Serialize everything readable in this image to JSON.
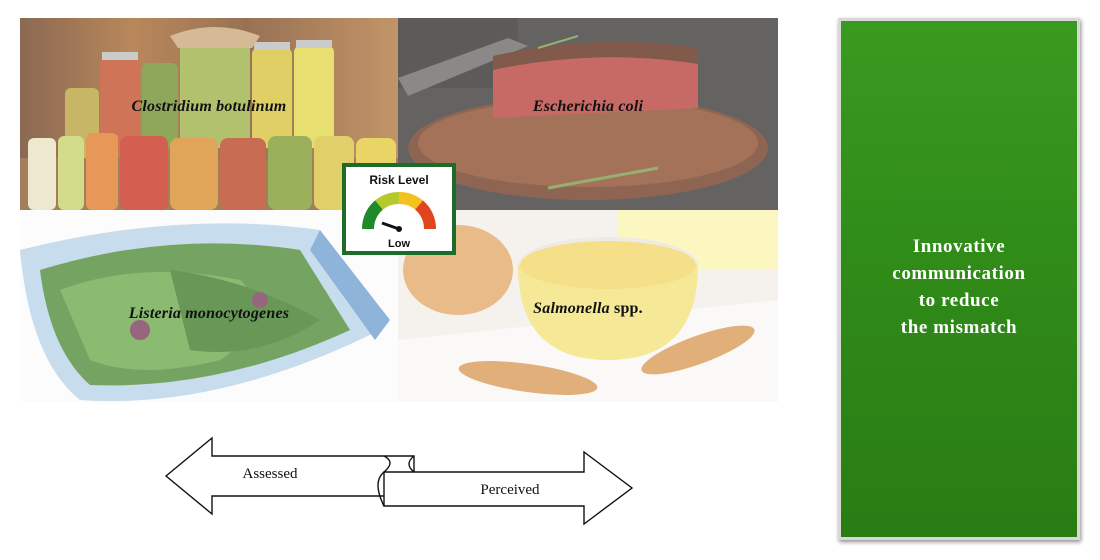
{
  "panels": [
    {
      "genus": "Clostridium botulinum",
      "suffix": ""
    },
    {
      "genus": "Escherichia coli",
      "suffix": ""
    },
    {
      "genus": "Listeria monocytogenes",
      "suffix": ""
    },
    {
      "genus": "Salmonella",
      "suffix": " spp."
    }
  ],
  "gauge": {
    "title": "Risk Level",
    "value_label": "Low"
  },
  "arrows": {
    "left_label": "Assessed",
    "right_label": "Perceived"
  },
  "callout": {
    "lines": [
      "Innovative",
      "communication",
      "to reduce",
      "the mismatch"
    ],
    "color": "#2f8a18"
  }
}
